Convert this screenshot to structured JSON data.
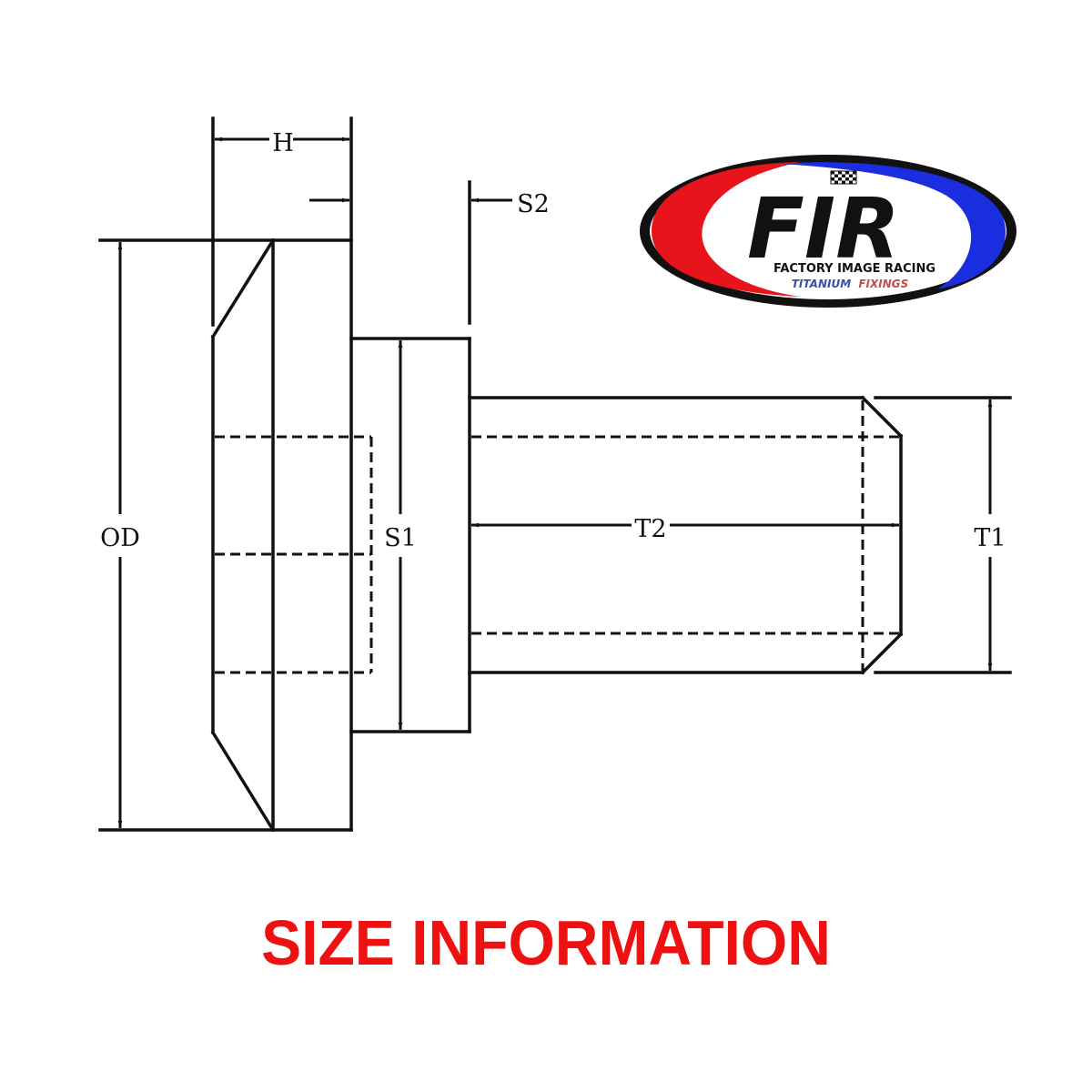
{
  "diagram": {
    "subject": "flanged bolt dimension drawing",
    "labels": {
      "H": "H",
      "S2": "S2",
      "OD": "OD",
      "S1": "S1",
      "T2": "T2",
      "T1": "T1"
    }
  },
  "logo": {
    "mark": "FIR",
    "company": "FACTORY IMAGE RACING",
    "tagline_part1": "TITANIUM",
    "tagline_part2": "FIXINGS",
    "colors": {
      "red": "#e8141c",
      "blue": "#1a2ee0",
      "black": "#111111",
      "tagline_blue": "#3b4fb0",
      "tagline_red": "#c0504d"
    }
  },
  "headline": {
    "text": "SIZE INFORMATION",
    "color": "#ee1111"
  }
}
